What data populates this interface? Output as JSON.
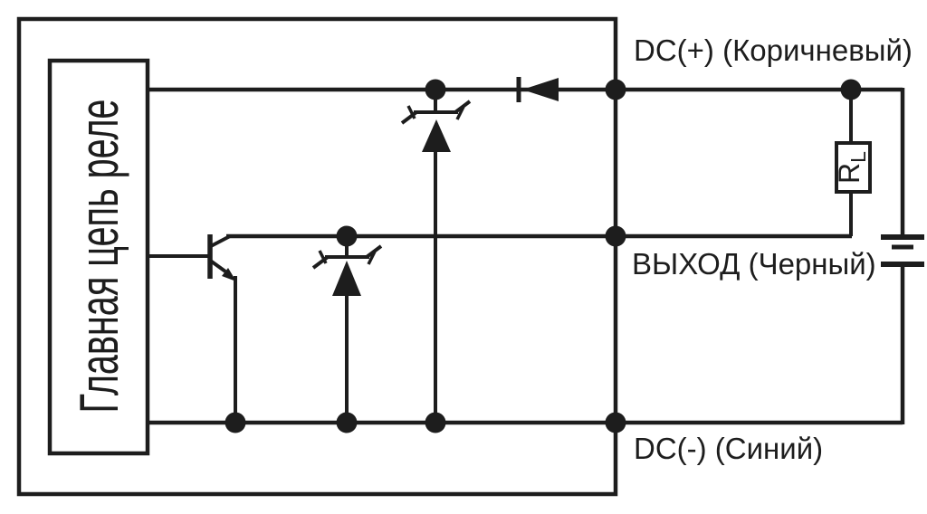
{
  "diagram": {
    "type": "output-wiring-diagram",
    "background_color": "#ffffff",
    "ink_color": "#1d1d1d",
    "relay_box": {
      "label": "Главная цепь реле"
    },
    "terminals": {
      "dc_plus": {
        "label": "DC(+) (Коричневый)"
      },
      "output": {
        "label": "ВЫХОД (Черный)"
      },
      "dc_minus": {
        "label": "DC(-) (Синий)"
      }
    },
    "load_resistor": {
      "symbol": "R",
      "subscript": "L"
    },
    "symbols": [
      "relay-main-circuit-box",
      "npn-transistor",
      "zener-diode",
      "zener-diode",
      "blocking-diode",
      "load-resistor",
      "dc-supply-battery",
      "junction-dot"
    ]
  }
}
